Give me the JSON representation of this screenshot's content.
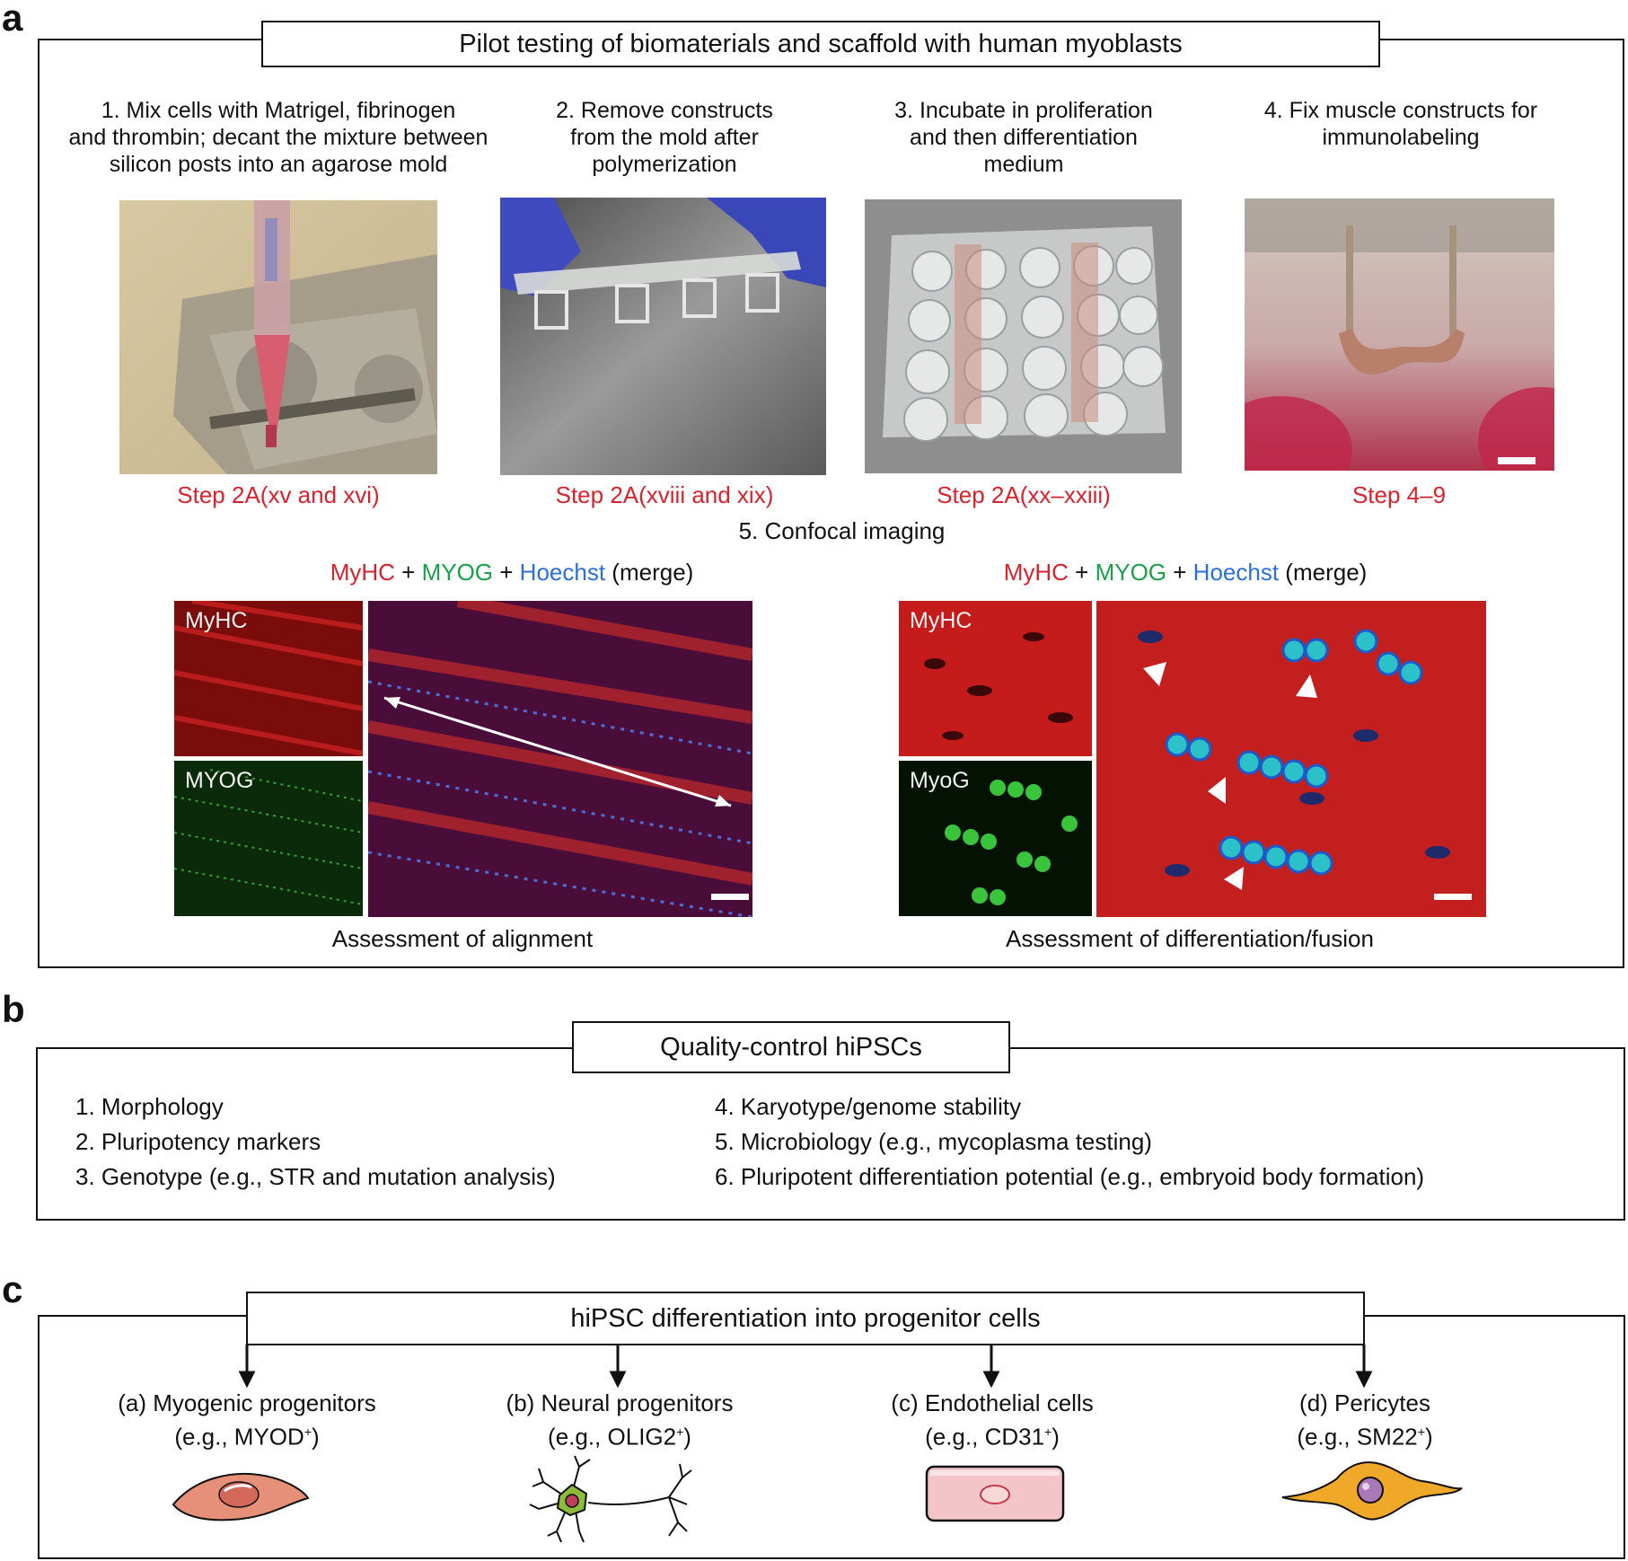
{
  "panel_a": {
    "letter": "a",
    "title": "Pilot testing of biomaterials and scaffold with human myoblasts",
    "steps": [
      {
        "text_lines": [
          "1. Mix cells with Matrigel, fibrinogen",
          "and thrombin; decant the mixture between",
          "silicon posts into an agarose mold"
        ],
        "ref": "Step 2A(xv and xvi)"
      },
      {
        "text_lines": [
          "2. Remove constructs",
          "from the mold after",
          "polymerization"
        ],
        "ref": "Step 2A(xviii and xix)"
      },
      {
        "text_lines": [
          "3. Incubate in proliferation",
          "and then differentiation",
          "medium"
        ],
        "ref": "Step 2A(xx–xxiii)"
      },
      {
        "text_lines": [
          "4. Fix muscle constructs for",
          "immunolabeling"
        ],
        "ref": "Step 4–9"
      }
    ],
    "confocal_title": "5. Confocal imaging",
    "merge_legend": {
      "myhc": "MyHC",
      "plus": "+",
      "myog": "MYOG",
      "hoechst": "Hoechst",
      "merge": "(merge)"
    },
    "left_set": {
      "top_label": "MyHC",
      "bottom_label": "MYOG",
      "caption": "Assessment of alignment"
    },
    "right_set": {
      "top_label": "MyHC",
      "bottom_label": "MyoG",
      "caption": "Assessment of differentiation/fusion"
    }
  },
  "panel_b": {
    "letter": "b",
    "title": "Quality-control hiPSCs",
    "items_left": [
      "1. Morphology",
      "2. Pluripotency markers",
      "3. Genotype (e.g., STR and mutation analysis)"
    ],
    "items_right": [
      "4. Karyotype/genome stability",
      "5. Microbiology (e.g., mycoplasma testing)",
      "6. Pluripotent differentiation potential (e.g., embryoid body formation)"
    ]
  },
  "panel_c": {
    "letter": "c",
    "title": "hiPSC differentiation into progenitor cells",
    "cells": [
      {
        "name": "(a) Myogenic progenitors",
        "example": "(e.g., MYOD",
        "marker_sup": "+",
        "close": ")",
        "icon": "myogenic-cell-icon"
      },
      {
        "name": "(b) Neural progenitors",
        "example": "(e.g., OLIG2",
        "marker_sup": "+",
        "close": ")",
        "icon": "neuron-icon"
      },
      {
        "name": "(c) Endothelial cells",
        "example": "(e.g., CD31",
        "marker_sup": "+",
        "close": ")",
        "icon": "endothelial-cell-icon"
      },
      {
        "name": "(d) Pericytes",
        "example": "(e.g., SM22",
        "marker_sup": "+",
        "close": ")",
        "icon": "pericyte-icon"
      }
    ]
  },
  "colors": {
    "step_ref": "#d7232e",
    "myhc": "#d7232e",
    "myog": "#1aa14a",
    "hoechst": "#2a6fdb"
  }
}
